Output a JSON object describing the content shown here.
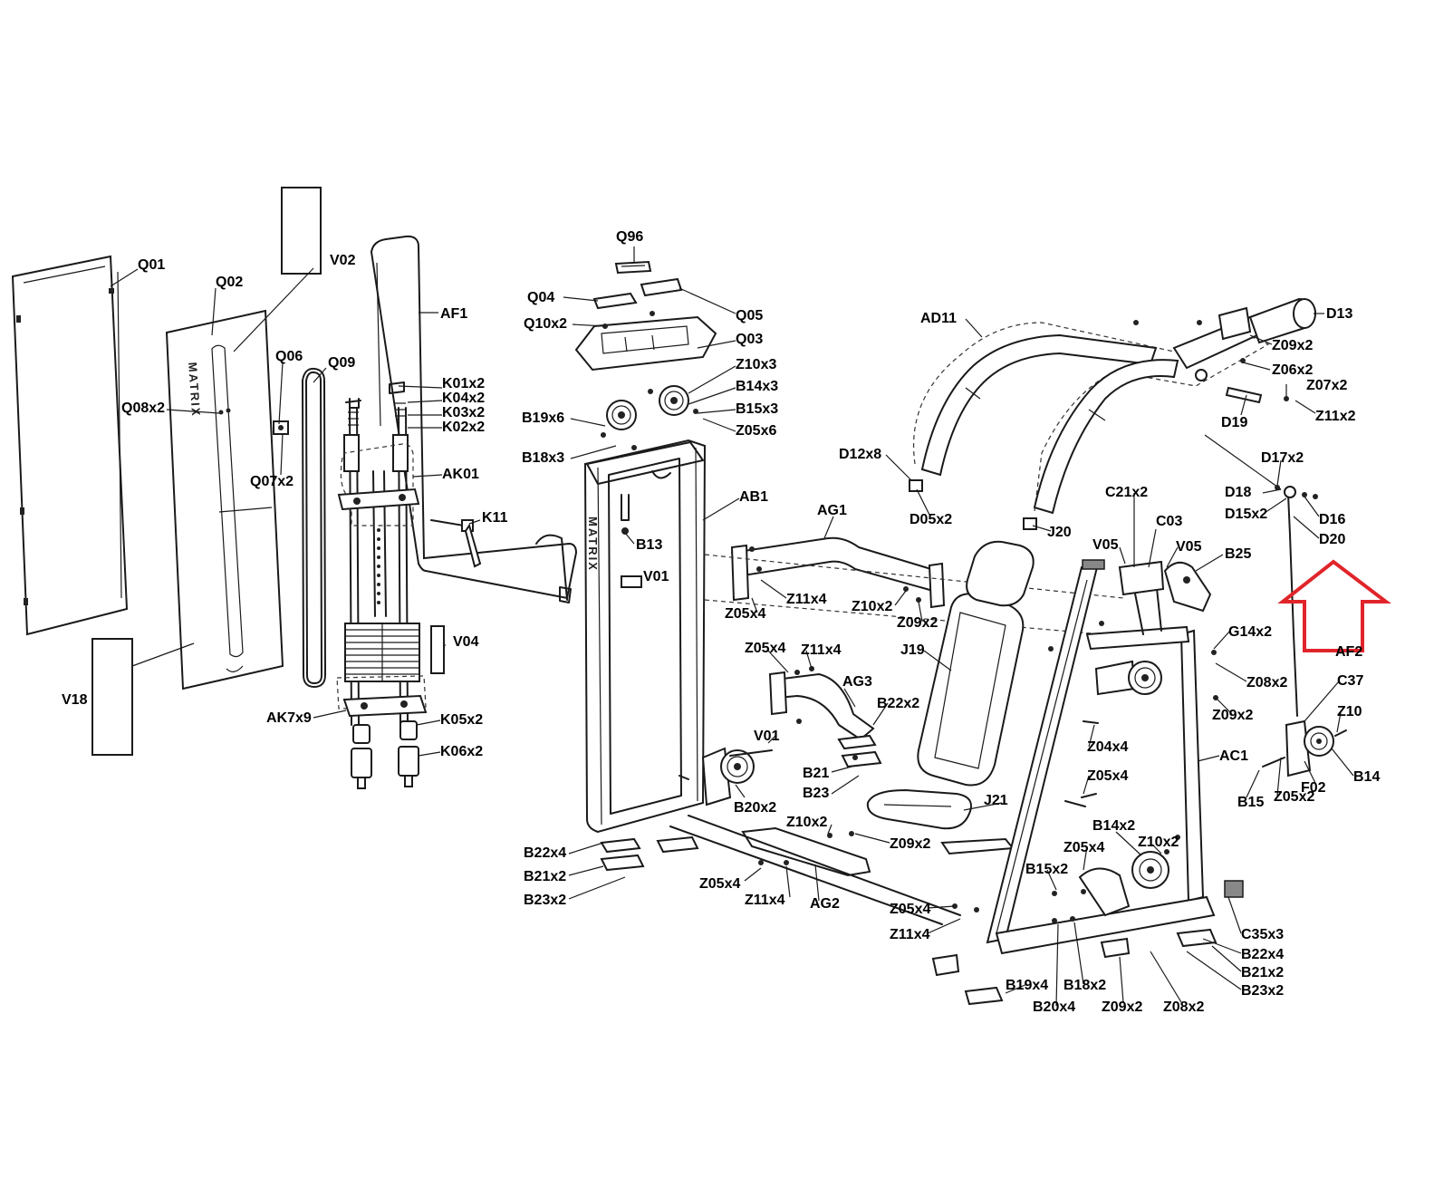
{
  "brand_text": "MATRIX",
  "highlight": {
    "color": "#e0252a",
    "target_part": "D20",
    "shape": "arrow-up"
  },
  "parts": [
    "Q01",
    "Q02",
    "V02",
    "AF1",
    "Q06",
    "Q09",
    "Q08x2",
    "Q07x2",
    "K01x2",
    "K04x2",
    "K03x2",
    "K02x2",
    "AK01",
    "K11",
    "V04",
    "V18",
    "AK7x9",
    "K05x2",
    "K06x2",
    "Q96",
    "Q04",
    "Q05",
    "Q10x2",
    "Q03",
    "Z10x3",
    "B14x3",
    "B15x3",
    "B19x6",
    "Z05x6",
    "B18x3",
    "AB1",
    "B13",
    "V01",
    "AG1",
    "Z11x4",
    "Z05x4",
    "Z10x2",
    "Z09x2",
    "Z05x4",
    "Z11x4",
    "AG3",
    "B22x2",
    "V01",
    "B21",
    "B23",
    "B20x2",
    "Z10x2",
    "Z09x2",
    "B22x4",
    "B21x2",
    "B23x2",
    "Z05x4",
    "Z11x4",
    "AG2",
    "AD11",
    "D13",
    "Z09x2",
    "Z06x2",
    "Z07x2",
    "D19",
    "Z11x2",
    "D12x8",
    "D05x2",
    "J20",
    "C21x2",
    "C03",
    "V05",
    "V05",
    "B25",
    "D17x2",
    "D18",
    "D15x2",
    "D16",
    "D20",
    "J19",
    "G14x2",
    "AF2",
    "Z08x2",
    "C37",
    "Z09x2",
    "Z10",
    "Z04x4",
    "AC1",
    "F02",
    "B14",
    "B15",
    "Z05x2",
    "Z05x4",
    "J21",
    "B14x2",
    "Z05x4",
    "Z10x2",
    "B15x2",
    "Z05x4",
    "Z11x4",
    "C35x3",
    "B22x4",
    "B21x2",
    "B23x2",
    "B19x4",
    "B18x2",
    "B20x4",
    "Z09x2",
    "Z08x2"
  ]
}
